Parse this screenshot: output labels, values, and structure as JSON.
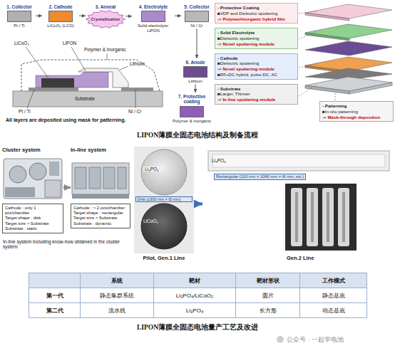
{
  "diagram": {
    "caption": "LIPON薄膜全固态电池量产工艺及改进",
    "nodes": [
      {
        "text": [
          "1. Collector",
          "Pt / Ti"
        ]
      },
      {
        "text": [
          "2. Cathode",
          "LiCoO₂ (LCO)"
        ]
      },
      {
        "text": [
          "3. Anneal",
          "Crystallization"
        ]
      },
      {
        "text": [
          "4. Electrolyte",
          "Solid electrolyte: LiPON"
        ]
      },
      {
        "text": [
          "5. Collector",
          "Ni / Cr"
        ]
      },
      {
        "text": [
          "6. Anode",
          "Lithium"
        ]
      },
      {
        "text": [
          "7. Protective coating",
          "Polymer & Inorganic"
        ]
      },
      {
        "text": [
          "- Protective Coating",
          "■VDP and Dielectric sputtering",
          "-> Polymer/inorganic hybrid film"
        ]
      },
      {
        "text": [
          "- Solid Electrolyte",
          "■Dielectric sputtering",
          "-> Novel sputtering module"
        ]
      },
      {
        "text": [
          "- Cathode",
          "■Dielectric sputtering",
          "-> Novel sputtering module",
          "■RF+DC hybrid, pulse-DC, AC"
        ]
      },
      {
        "text": [
          "- Substrate",
          "■Larger, Thinner",
          "-> In-line sputtering module"
        ]
      },
      {
        "text": [
          "- Patterning",
          "■In-situ patterning",
          "-> Mask-through deposition"
        ]
      },
      {
        "text": [
          "Cluster system",
          "Cathode : only 1 pcs/chamber",
          "Target shape : disk",
          "Target size > Substrate",
          "Substrate : static"
        ]
      },
      {
        "text": [
          "In-line system",
          "Cathode : > 2 pcs/chamber",
          "Target shape : rectangular",
          "Target size < Substrate",
          "Substrate : dynamic"
        ]
      },
      {
        "text": [
          "Pilot, Gen.1 Line"
        ]
      },
      {
        "text": [
          "Gen.2 Line"
        ]
      }
    ],
    "edges": [
      {
        "from": 0,
        "to": 1,
        "arrow": "to"
      },
      {
        "from": 1,
        "to": 2,
        "arrow": "to"
      },
      {
        "from": 2,
        "to": 3,
        "arrow": "to"
      },
      {
        "from": 3,
        "to": 4,
        "arrow": "to"
      },
      {
        "from": 4,
        "to": 5,
        "arrow": "to"
      },
      {
        "from": 5,
        "to": 6,
        "arrow": "to"
      },
      {
        "from": 12,
        "to": 13,
        "arrow": "to"
      },
      {
        "from": 14,
        "to": 15,
        "arrow": "to"
      }
    ],
    "labels": [
      "LiCoO₂",
      "LiPON",
      "Polymer & Inorganic",
      "Lithium",
      "Pt / Ti",
      "Ni / Cr",
      "Substrate",
      "All layers are deposited using mask for patterning.",
      "LIPON薄膜全固态电池结构及制备流程",
      "In-line system including know-how obtained in the cluster system",
      "Li₃PO₄",
      "LiCoO₂",
      "Disk (≤300 mm × t5 mm)",
      "Li₃PO₄",
      "Rectangular (110 mm × 1040 mm × t6 mm, etc.)",
      "系统",
      "靶材",
      "靶材形状",
      "工作模式",
      "第一代",
      "静态集群系统",
      "Li₃PO₄/LiCoO₂",
      "圆片",
      "静态基底",
      "第二代",
      "流水线",
      "Li₃PO₄",
      "长方形",
      "动态基底",
      "公众号 · 一起学电池"
    ]
  }
}
